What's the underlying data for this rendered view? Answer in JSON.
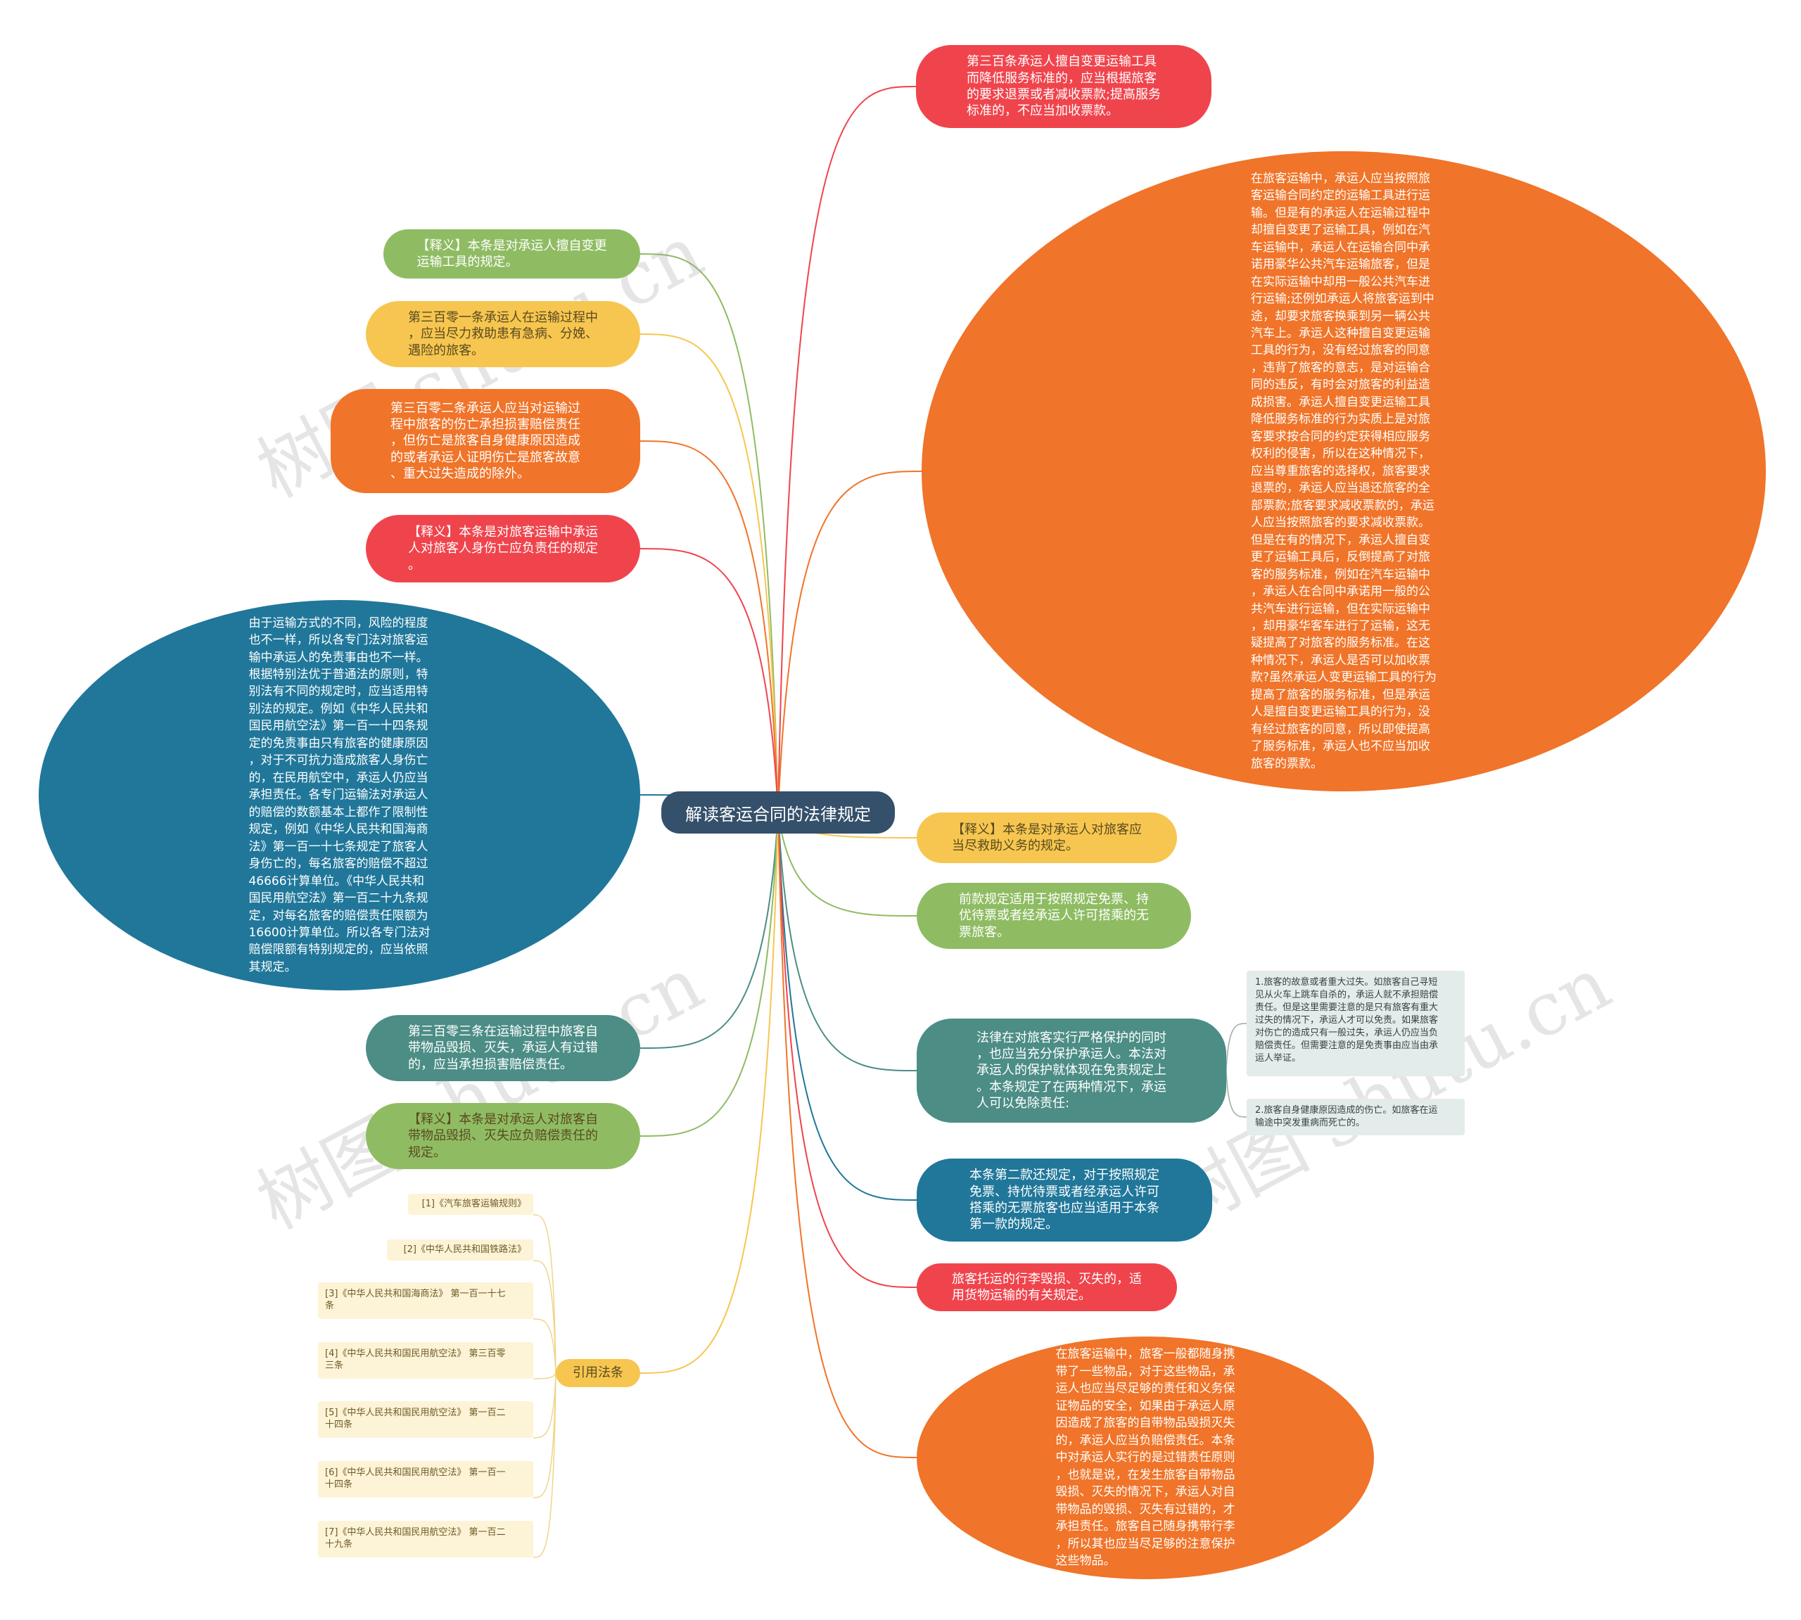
{
  "center": {
    "label": "解读客运合同的法律规定"
  },
  "colors": {
    "center": "#35506b",
    "red": "#f0444d",
    "orange": "#f07429",
    "yellow": "#f6c650",
    "green": "#8fbc63",
    "teal": "#4c8d85",
    "blue": "#20779a",
    "ref_bg": "#fdf3d6",
    "sub_bg": "#e3ecea"
  },
  "nodes": {
    "n_r1": "第三百条承运人擅自变更运输工具\n而降低服务标准的，应当根据旅客\n的要求退票或者减收票款;提高服务\n标准的，不应当加收票款。",
    "n_big": "在旅客运输中，承运人应当按照旅\n客运输合同约定的运输工具进行运\n输。但是有的承运人在运输过程中\n却擅自变更了运输工具，例如在汽\n车运输中，承运人在运输合同中承\n诺用豪华公共汽车运输旅客，但是\n在实际运输中却用一般公共汽车进\n行运输;还例如承运人将旅客运到中\n途，却要求旅客换乘到另一辆公共\n汽车上。承运人这种擅自变更运输\n工具的行为，没有经过旅客的同意\n，违背了旅客的意志，是对运输合\n同的违反，有时会对旅客的利益造\n成损害。承运人擅自变更运输工具\n降低服务标准的行为实质上是对旅\n客要求按合同的约定获得相应服务\n权利的侵害，所以在这种情况下，\n应当尊重旅客的选择权，旅客要求\n退票的，承运人应当退还旅客的全\n部票款;旅客要求减收票款的，承运\n人应当按照旅客的要求减收票款。\n但是在有的情况下，承运人擅自变\n更了运输工具后，反倒提高了对旅\n客的服务标准，例如在汽车运输中\n，承运人在合同中承诺用一般的公\n共汽车进行运输，但在实际运输中\n，却用豪华客车进行了运输，这无\n疑提高了对旅客的服务标准。在这\n种情况下，承运人是否可以加收票\n款?虽然承运人变更运输工具的行为\n提高了旅客的服务标准，但是承运\n人是擅自变更运输工具的行为，没\n有经过旅客的同意，所以即使提高\n了服务标准，承运人也不应当加收\n旅客的票款。",
    "n_r2": "【释义】本条是对承运人对旅客应\n当尽救助义务的规定。",
    "n_r3": "前款规定适用于按照规定免票、持\n优待票或者经承运人许可搭乘的无\n票旅客。",
    "n_r4": "法律在对旅客实行严格保护的同时\n，也应当充分保护承运人。本法对\n承运人的保护就体现在免责规定上\n。本条规定了在两种情况下，承运\n人可以免除责任:",
    "n_r5": "本条第二款还规定，对于按照规定\n免票、持优待票或者经承运人许可\n搭乘的无票旅客也应当适用于本条\n第一款的规定。",
    "n_r6": "旅客托运的行李毁损、灭失的，适\n用货物运输的有关规定。",
    "n_r7": "在旅客运输中，旅客一般都随身携\n带了一些物品，对于这些物品，承\n运人也应当尽足够的责任和义务保\n证物品的安全，如果由于承运人原\n因造成了旅客的自带物品毁损灭失\n的，承运人应当负赔偿责任。本条\n中对承运人实行的是过错责任原则\n，也就是说，在发生旅客自带物品\n毁损、灭失的情况下，承运人对自\n带物品的毁损、灭失有过错的，才\n承担责任。旅客自己随身携带行李\n，所以其也应当尽足够的注意保护\n这些物品。",
    "n_l1": "【释义】本条是对承运人擅自变更\n运输工具的规定。",
    "n_l2": "第三百零一条承运人在运输过程中\n，应当尽力救助患有急病、分娩、\n遇险的旅客。",
    "n_l3": "第三百零二条承运人应当对运输过\n程中旅客的伤亡承担损害赔偿责任\n，但伤亡是旅客自身健康原因造成\n的或者承运人证明伤亡是旅客故意\n、重大过失造成的除外。",
    "n_l4": "【释义】本条是对旅客运输中承运\n人对旅客人身伤亡应负责任的规定\n。",
    "n_lbig": "由于运输方式的不同，风险的程度\n也不一样，所以各专门法对旅客运\n输中承运人的免责事由也不一样。\n根据特别法优于普通法的原则，特\n别法有不同的规定时，应当适用特\n别法的规定。例如《中华人民共和\n国民用航空法》第一百一十四条规\n定的免责事由只有旅客的健康原因\n，对于不可抗力造成旅客人身伤亡\n的，在民用航空中，承运人仍应当\n承担责任。各专门运输法对承运人\n的赔偿的数额基本上都作了限制性\n规定，例如《中华人民共和国海商\n法》第一百一十七条规定了旅客人\n身伤亡的，每名旅客的赔偿不超过\n46666计算单位。《中华人民共和\n国民用航空法》第一百二十九条规\n定，对每名旅客的赔偿责任限额为\n16600计算单位。所以各专门法对\n赔偿限额有特别规定的，应当依照\n其规定。",
    "n_l5": "第三百零三条在运输过程中旅客自\n带物品毁损、灭失，承运人有过错\n的，应当承担损害赔偿责任。",
    "n_l6": "【释义】本条是对承运人对旅客自\n带物品毁损、灭失应负赔偿责任的\n规定。",
    "n_cite": "引用法条"
  },
  "sub_items": [
    "1.旅客的故意或者重大过失。如旅客自己寻短\n见从火车上跳车自杀的，承运人就不承担赔偿\n责任。但是这里需要注意的是只有旅客有重大\n过失的情况下，承运人才可以免责。如果旅客\n对伤亡的造成只有一般过失，承运人仍应当负\n赔偿责任。但需要注意的是免责事由应当由承\n运人举证。",
    "2.旅客自身健康原因造成的伤亡。如旅客在运\n输途中突发重病而死亡的。"
  ],
  "references": [
    "[1]《汽车旅客运输规则》",
    "[2]《中华人民共和国铁路法》",
    "[3]《中华人民共和国海商法》 第一百一十七\n条",
    "[4]《中华人民共和国民用航空法》 第三百零\n三条",
    "[5]《中华人民共和国民用航空法》 第一百二\n十四条",
    "[6]《中华人民共和国民用航空法》 第一百一\n十四条",
    "[7]《中华人民共和国民用航空法》 第一百二\n十九条"
  ],
  "watermark": "树图 shutu.cn"
}
